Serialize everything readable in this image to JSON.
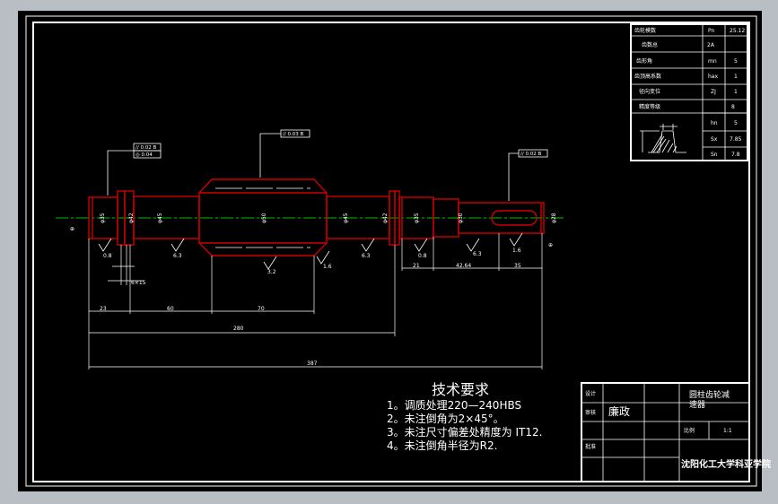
{
  "colors": {
    "background_outer": "#b9bec4",
    "paper": "#000000",
    "frame": "#ffffff",
    "part": "#cc0000",
    "dimension": "#ffffff",
    "centerline": "#00c000"
  },
  "parameters_table": {
    "rows": [
      {
        "label": "齿轮模数",
        "symbol": "Pn",
        "value": "25.12"
      },
      {
        "label": "齿数总",
        "symbol": "",
        "value": "2A"
      },
      {
        "label": "齿形角",
        "symbol": "mn",
        "value": "5"
      },
      {
        "label": "齿顶高系数",
        "symbol": "hax",
        "value": "1"
      },
      {
        "label": "径向变位",
        "symbol": "ZJ",
        "value": "1"
      },
      {
        "label": "精度等级",
        "symbol": "",
        "value": "8"
      },
      {
        "label": "",
        "symbol": "hn",
        "value": "5"
      },
      {
        "label": "",
        "symbol": "Sx",
        "value": "7.85"
      },
      {
        "label": "",
        "symbol": "Sn",
        "value": "7.8"
      }
    ]
  },
  "tolerance_frames": {
    "left_top": "// 0.02 B",
    "left_bottom": "◎ 0.04",
    "middle": "// 0.03 B",
    "right": "// 0.02 B"
  },
  "dimensions": {
    "d23": "23",
    "d60": "60",
    "d70": "70",
    "d280": "280",
    "d387": "387",
    "d21": "21",
    "d4264": "42.64",
    "d35": "35",
    "d6415": "6×15",
    "dia_labels": [
      "φ35",
      "φ42",
      "φ45",
      "φ50",
      "φ45",
      "φ42",
      "φ35",
      "φ30",
      "φ28"
    ],
    "roughness": [
      "0.8",
      "6.3",
      "3.2",
      "1.6",
      "6.3",
      "0.8",
      "6.3",
      "1.6"
    ]
  },
  "tech_requirements": {
    "title": "技术要求",
    "items": [
      "1。调质处理220—240HBS",
      "2。未注倒角为2×45°。",
      "3。未注尺寸偏差处精度为 IT12.",
      "4。未注倒角半径为R2."
    ]
  },
  "title_block": {
    "design_label": "设计",
    "check_label": "审核",
    "approve_label": "批准",
    "designer": "廉政",
    "drawing_title": "圆柱齿轮减速器",
    "scale_label": "比例",
    "scale_value": "1:1",
    "school": "沈阳化工大学科亚学院"
  }
}
